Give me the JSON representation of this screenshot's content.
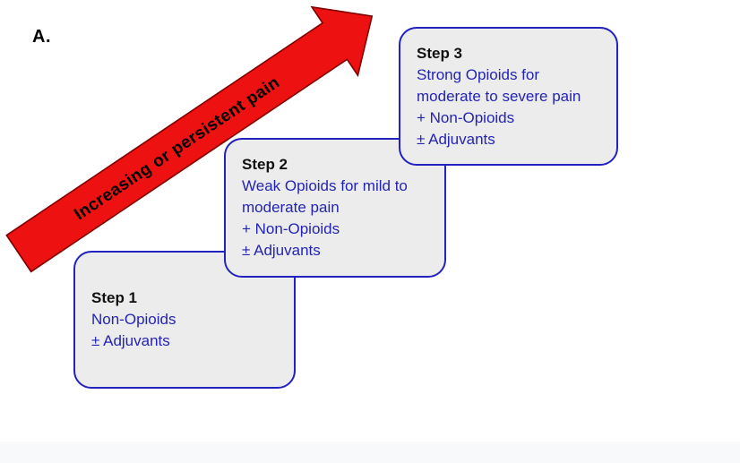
{
  "page": {
    "panel_label": "A."
  },
  "arrow": {
    "label": "Increasing or persistent pain",
    "fill_color": "#ee1111",
    "outline_color": "#7f0000"
  },
  "steps": [
    {
      "title": "Step 1",
      "lines": [
        "Non-Opioids",
        "± Adjuvants"
      ]
    },
    {
      "title": "Step 2",
      "lines": [
        "Weak Opioids for mild to",
        "moderate pain",
        "+ Non-Opioids",
        "± Adjuvants"
      ]
    },
    {
      "title": "Step 3",
      "lines": [
        "Strong Opioids for",
        "moderate to severe pain",
        "+ Non-Opioids",
        "± Adjuvants"
      ]
    }
  ],
  "colors": {
    "box_border": "#2222bf",
    "box_background": "#ececec",
    "step_text_blue": "#2424b4",
    "footer_background": "#f8f9fa"
  }
}
